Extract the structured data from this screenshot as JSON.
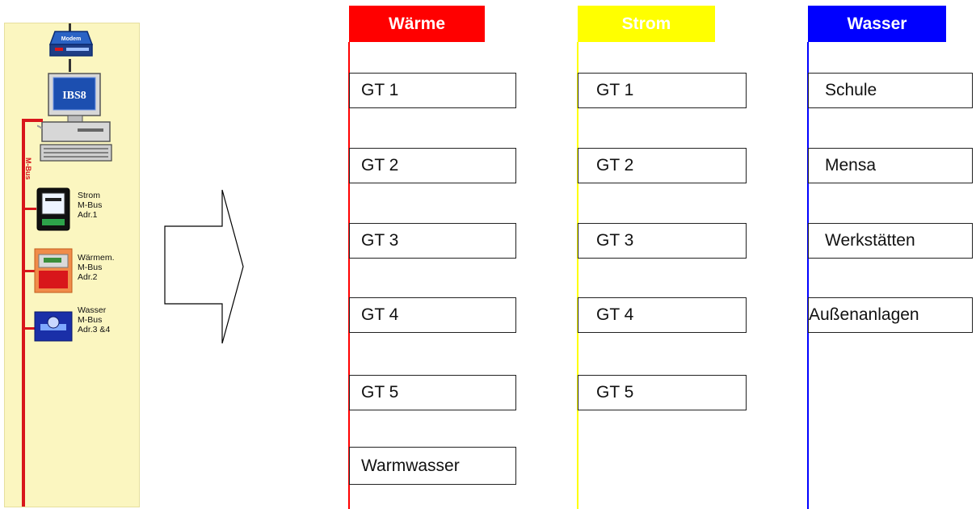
{
  "schematic": {
    "modem_label": "Modem",
    "computer_label": "IBS8",
    "bus_label": "M-Bus",
    "devices": [
      {
        "lines": [
          "Strom",
          "M-Bus",
          "Adr.1"
        ]
      },
      {
        "lines": [
          "Wärmem.",
          "M-Bus",
          "Adr.2"
        ]
      },
      {
        "lines": [
          "Wasser",
          "M-Bus",
          "Adr.3 &4"
        ]
      }
    ]
  },
  "columns": [
    {
      "header": "Wärme",
      "header_bg": "#ff0000",
      "header_text_color": "#ffffff",
      "line_color": "#ff0000",
      "items": [
        "GT 1",
        "GT 2",
        "GT 3",
        "GT 4",
        "GT 5",
        "Warmwasser"
      ]
    },
    {
      "header": "Strom",
      "header_bg": "#ffff00",
      "header_text_color": "#ffffff",
      "line_color": "#ffff00",
      "items": [
        "GT 1",
        "GT 2",
        "GT 3",
        "GT 4",
        "GT 5"
      ]
    },
    {
      "header": "Wasser",
      "header_bg": "#0000ff",
      "header_text_color": "#ffffff",
      "line_color": "#0000ff",
      "items": [
        "Schule",
        "Mensa",
        "Werkstätten",
        "Außenanlagen"
      ]
    }
  ]
}
